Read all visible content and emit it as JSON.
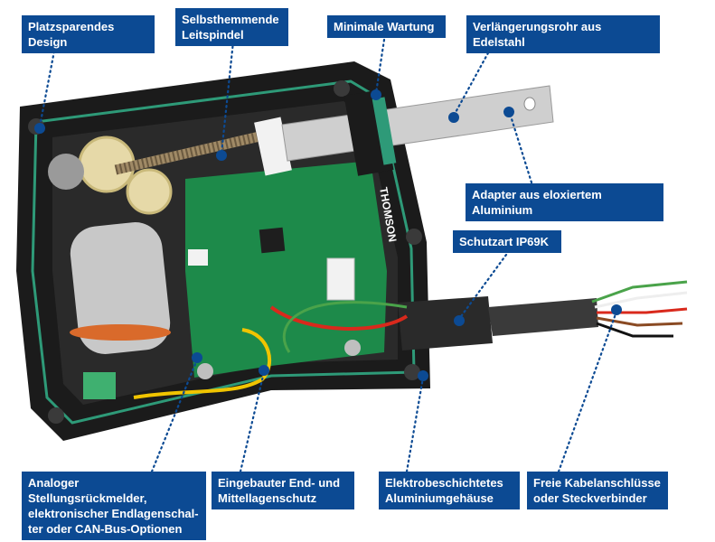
{
  "diagram": {
    "colors": {
      "label_bg": "#0c4a93",
      "label_text": "#ffffff",
      "housing": "#1b1b1b",
      "seal": "#2e9a78",
      "pcb": "#1d8a4a",
      "gear": "#e6d9a8",
      "tube": "#c9c9c9",
      "wire_green": "#4aa34a",
      "wire_yellow": "#f0c400",
      "wire_red": "#d9291c",
      "wire_brown": "#8a4a23"
    },
    "pcb_brand": "THOMSON",
    "labels": {
      "space_saving": "Platzsparendes Design",
      "self_locking": "Selbsthemmende\nLeitspindel",
      "maintenance": "Minimale Wartung",
      "extension_tube": "Verlängerungsrohr aus Edelstahl",
      "adapter": "Adapter aus eloxiertem Aluminium",
      "ip_rating": "Schutzart IP69K",
      "feedback": "Analoger Stellungsrückmelder,\nelektronischer Endlagenschal-\nter oder CAN-Bus-Optionen",
      "end_protection": "Eingebauter End- und\nMittellagenschutz",
      "housing": "Elektrobeschichtetes\nAluminiumgehäuse",
      "cables": "Freie Kabelanschlüsse\noder Steckverbinder"
    }
  }
}
